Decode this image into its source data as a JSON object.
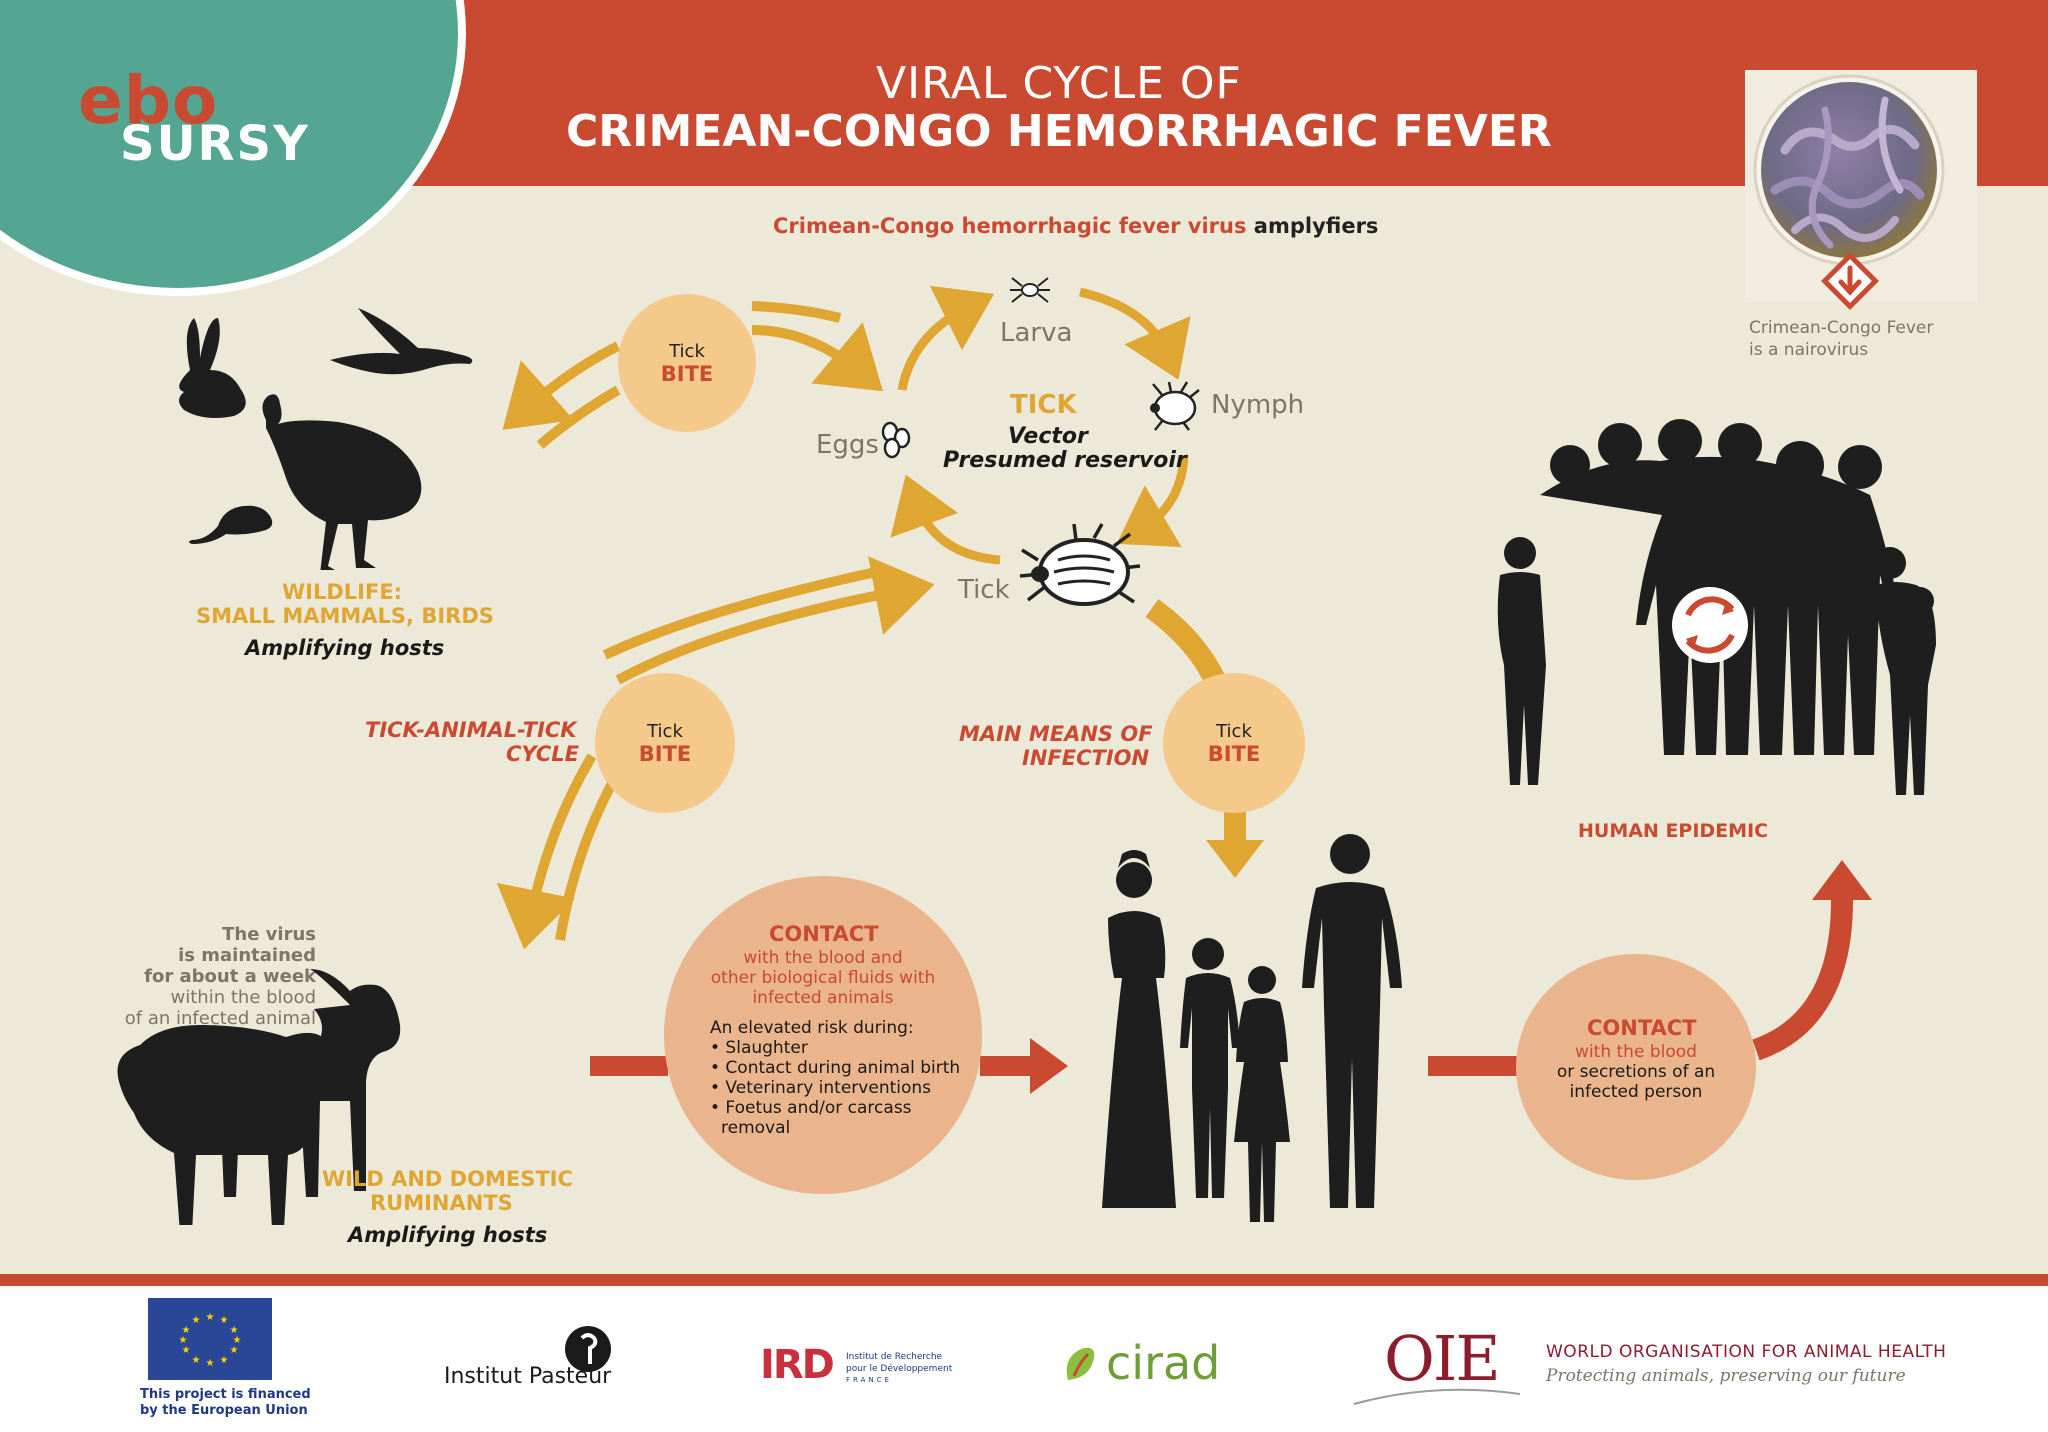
{
  "brand": {
    "logo_top": "ebo",
    "logo_bottom": "SURSY"
  },
  "title": {
    "line1": "VIRAL CYCLE OF",
    "line2": "CRIMEAN-CONGO HEMORRHAGIC FEVER"
  },
  "subtitle": {
    "red": "Crimean-Congo hemorrhagic fever virus",
    "black": "amplyfiers"
  },
  "virus_note": {
    "line1": "Crimean-Congo Fever",
    "line2": "is a nairovirus"
  },
  "tick_cycle": {
    "center_title": "TICK",
    "center_line1": "Vector",
    "center_line2": "Presumed reservoir",
    "stages": {
      "larva": "Larva",
      "nymph": "Nymph",
      "tick": "Tick",
      "eggs": "Eggs"
    }
  },
  "bite": {
    "line1": "Tick",
    "line2": "BITE"
  },
  "wildlife": {
    "line1": "WILDLIFE:",
    "line2": "SMALL MAMMALS, BIRDS",
    "line3": "Amplifying hosts"
  },
  "tick_animal_cycle": {
    "line1": "TICK-ANIMAL-TICK",
    "line2": "CYCLE"
  },
  "main_infection": {
    "line1": "MAIN MEANS OF",
    "line2": "INFECTION"
  },
  "virus_maintained": {
    "line1": "The virus",
    "line2": "is maintained",
    "line3": "for about a week",
    "line4": "within the blood",
    "line5": "of an infected animal"
  },
  "ruminants": {
    "line1": "WILD AND DOMESTIC",
    "line2": "RUMINANTS",
    "line3": "Amplifying hosts"
  },
  "contact_animals": {
    "title": "CONTACT",
    "line1": "with the blood and",
    "line2": "other biological fluids with",
    "line3": "infected animals",
    "risk_heading": "An elevated risk during:",
    "risks": [
      "• Slaughter",
      "• Contact during animal birth",
      "• Veterinary interventions",
      "• Foetus and/or carcass",
      "removal"
    ]
  },
  "contact_person": {
    "title": "CONTACT",
    "line1": "with the blood",
    "line2": "or secretions of an",
    "line3": "infected person"
  },
  "human_epidemic": "HUMAN EPIDEMIC",
  "footer": {
    "eu_line1": "This project is financed",
    "eu_line2": "by the European Union",
    "pasteur": "Institut Pasteur",
    "ird": "IRD",
    "ird_sub1": "Institut de Recherche",
    "ird_sub2": "pour le Développement",
    "ird_sub3": "FRANCE",
    "cirad": "cirad",
    "oie": "OIE",
    "oie_name": "WORLD ORGANISATION FOR ANIMAL HEALTH",
    "oie_motto": "Protecting animals, preserving our future"
  },
  "colors": {
    "red": "#c94a31",
    "gold": "#e0a632",
    "teal": "#55a593",
    "cream": "#ede9d8",
    "peach": "#f4c98a",
    "salmon": "#eab58c",
    "silhouette": "#1e1e1e"
  }
}
